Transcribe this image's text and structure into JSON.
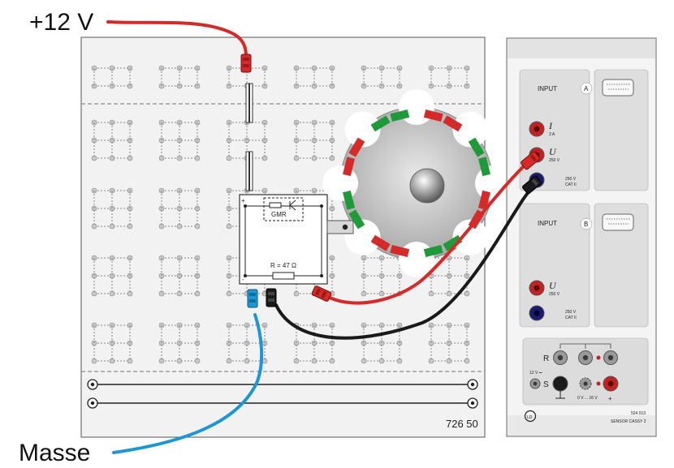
{
  "labels": {
    "supply": "+12 V",
    "ground": "Masse",
    "board_number": "726 50",
    "gmr": "GMR",
    "resistor": "R = 47 Ω",
    "plus_sign": "+",
    "minus_sign": "-"
  },
  "sensor_cassy": {
    "input_a_title": "INPUT",
    "input_a_letter": "A",
    "input_b_title": "INPUT",
    "input_b_letter": "B",
    "current_symbol": "I",
    "current_rating": "3 A",
    "voltage_symbol": "U",
    "voltage_rating": "250 V",
    "cat_voltage": "250 V",
    "cat_rating": "CAT II",
    "b_voltage_symbol": "U",
    "b_voltage_rating": "250 V",
    "b_cat_voltage": "250 V",
    "b_cat_rating": "CAT II",
    "r_label": "R",
    "s_label": "S",
    "supply_12v": "12 V ⎓",
    "range_label": "0 V ... 16 V",
    "plus_label": "+",
    "model_number": "524 013",
    "product_name": "SENSOR CASSY 2"
  },
  "colors": {
    "red_cable": "#d42a2a",
    "blue_cable": "#1e96d4",
    "black_cable": "#1a1a1a",
    "green_magnet": "#1f9a3a",
    "red_magnet": "#d42a2a"
  }
}
